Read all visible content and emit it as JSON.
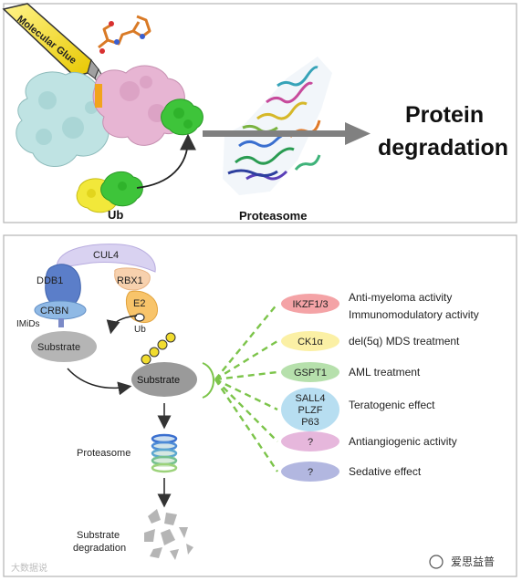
{
  "top_panel": {
    "glue_label": "Molecular Glue",
    "ub_label": "Ub",
    "proteasome_label": "Proteasome",
    "result_line1": "Protein",
    "result_line2": "degradation"
  },
  "bottom_panel": {
    "complex": {
      "cul4": "CUL4",
      "rbx1": "RBX1",
      "ddb1": "DDB1",
      "e2": "E2",
      "crbn": "CRBN",
      "ub": "Ub",
      "imids": "IMiDs",
      "substrate_bound": "Substrate",
      "substrate_ub": "Substrate"
    },
    "proteasome_label": "Proteasome",
    "degradation_line1": "Substrate",
    "degradation_line2": "degradation",
    "targets": [
      {
        "name": "IKZF1/3",
        "effect_lines": [
          "Anti-myeloma activity",
          "Immunomodulatory activity"
        ],
        "color": "#f4a3a6"
      },
      {
        "name": "CK1α",
        "effect_lines": [
          "del(5q) MDS treatment"
        ],
        "color": "#fbf0a5"
      },
      {
        "name": "GSPT1",
        "effect_lines": [
          "AML treatment"
        ],
        "color": "#b6e0ac"
      },
      {
        "name_lines": [
          "SALL4",
          "PLZF",
          "P63"
        ],
        "effect_lines": [
          "Teratogenic effect"
        ],
        "color": "#b7def1"
      },
      {
        "name": "?",
        "effect_lines": [
          "Antiangiogenic activity"
        ],
        "color": "#e6b7dc"
      },
      {
        "name": "?",
        "effect_lines": [
          "Sedative effect"
        ],
        "color": "#b2b7e0"
      }
    ]
  },
  "watermarks": {
    "left": "大数据说",
    "right": "爱思益普"
  },
  "colors": {
    "panel_border": "#b5b5b5",
    "dash_green": "#7cc44a",
    "glue_yellow": "#f3e02a",
    "cyan_protein": "#bfe3e3",
    "pink_protein": "#e7b5d3",
    "green_ub": "#3ec43a",
    "substrate_grey": "#b5b5b5"
  }
}
